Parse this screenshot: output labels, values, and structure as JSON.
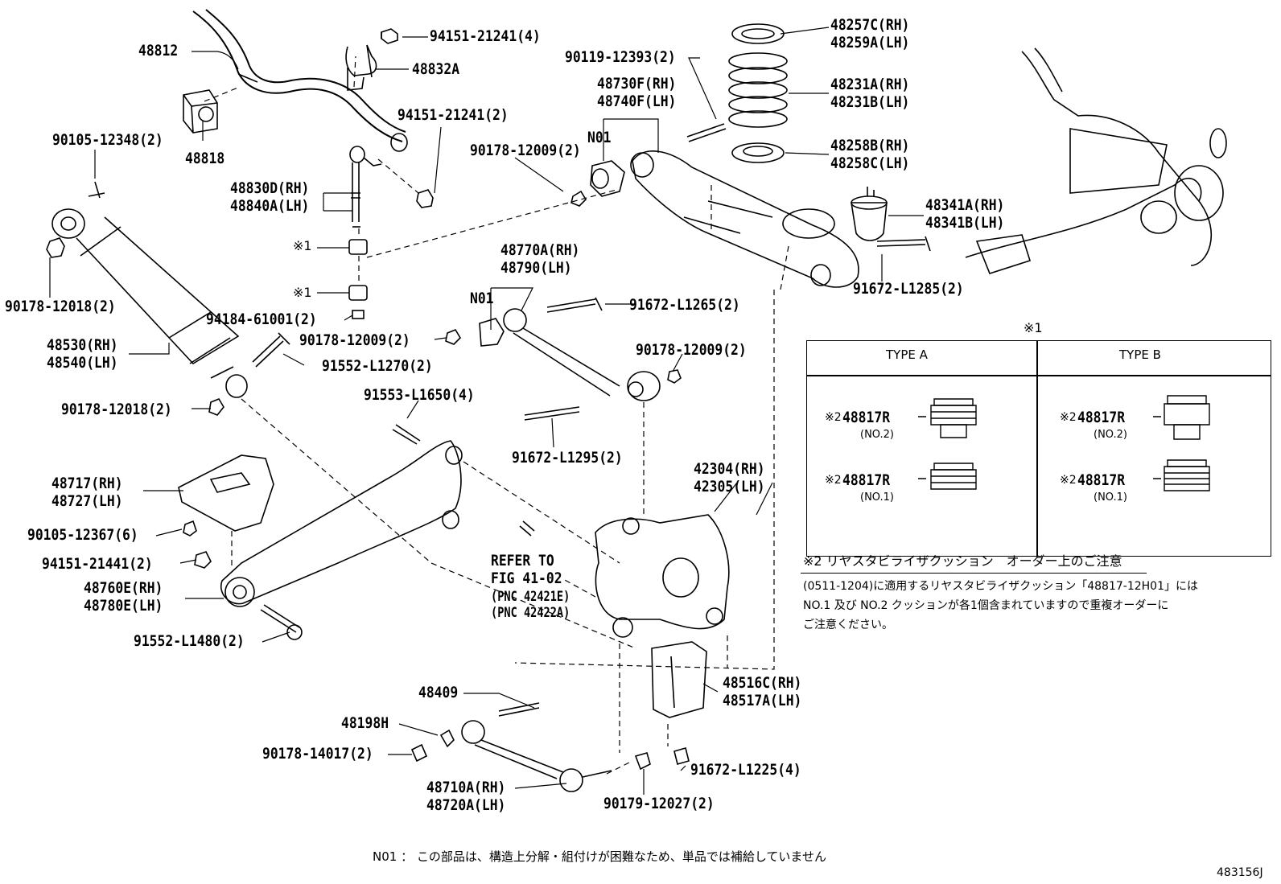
{
  "labels": {
    "p48812": "48812",
    "p94151_21241_4": "94151-21241(4)",
    "p48832A": "48832A",
    "p94151_21241_2": "94151-21241(2)",
    "p48818": "48818",
    "p90105_12348": "90105-12348(2)",
    "p48830D": "48830D(RH)",
    "p48840A": "48840A(LH)",
    "p90119_12393": "90119-12393(2)",
    "p48730F": "48730F(RH)",
    "p48740F": "48740F(LH)",
    "n01_a": "N01",
    "p90178_12009_a": "90178-12009(2)",
    "p48257C": "48257C(RH)",
    "p48259A": "48259A(LH)",
    "p48231A": "48231A(RH)",
    "p48231B": "48231B(LH)",
    "p48258B": "48258B(RH)",
    "p48258C": "48258C(LH)",
    "p48341A": "48341A(RH)",
    "p48341B": "48341B(LH)",
    "p91672_L1285": "91672-L1285(2)",
    "ref1_a": "※1",
    "ref1_b": "※1",
    "ref1_box": "※1",
    "p90178_12018_a": "90178-12018(2)",
    "p94184_61001": "94184-61001(2)",
    "p48770A": "48770A(RH)",
    "p48790": "48790(LH)",
    "n01_b": "N01",
    "p91672_L1265": "91672-L1265(2)",
    "p90178_12009_b": "90178-12009(2)",
    "p48530": "48530(RH)",
    "p48540": "48540(LH)",
    "p91552_L1270": "91552-L1270(2)",
    "p90178_12009_c": "90178-12009(2)",
    "p90178_12018_b": "90178-12018(2)",
    "p91553_L1650": "91553-L1650(4)",
    "p91672_L1295": "91672-L1295(2)",
    "p48717": "48717(RH)",
    "p48727": "48727(LH)",
    "p42304": "42304(RH)",
    "p42305": "42305(LH)",
    "p90105_12367": "90105-12367(6)",
    "p94151_21441": "94151-21441(2)",
    "refer_to": "REFER TO",
    "fig_41_02": "FIG 41-02",
    "pnc_42421e": "(PNC 42421E)",
    "pnc_42422a": "(PNC 42422A)",
    "p48760E": "48760E(RH)",
    "p48780E": "48780E(LH)",
    "p91552_L1480": "91552-L1480(2)",
    "p48409": "48409",
    "p48516C": "48516C(RH)",
    "p48517A": "48517A(LH)",
    "p48198H": "48198H",
    "p90178_14017": "90178-14017(2)",
    "p91672_L1225": "91672-L1225(4)",
    "p48710A": "48710A(RH)",
    "p48720A": "48720A(LH)",
    "p90179_12027": "90179-12027(2)"
  },
  "type_table": {
    "type_a": "TYPE A",
    "type_b": "TYPE B",
    "mark2": "※2",
    "part": "48817R",
    "no2": "(NO.2)",
    "no1": "(NO.1)"
  },
  "note": {
    "title": "※2 リヤスタビライザクッション　オーダー上のご注意",
    "line1": "(0511-1204)に適用するリヤスタビライザクッション「48817-12H01」には",
    "line2": "NO.1 及び NO.2 クッションが各1個含まれていますので重複オーダーに",
    "line3": "ご注意ください。"
  },
  "footer": {
    "n01_note": "N01 ： この部品は、構造上分解・組付けが困難なため、単品では補給していません",
    "figure_id": "483156J"
  }
}
